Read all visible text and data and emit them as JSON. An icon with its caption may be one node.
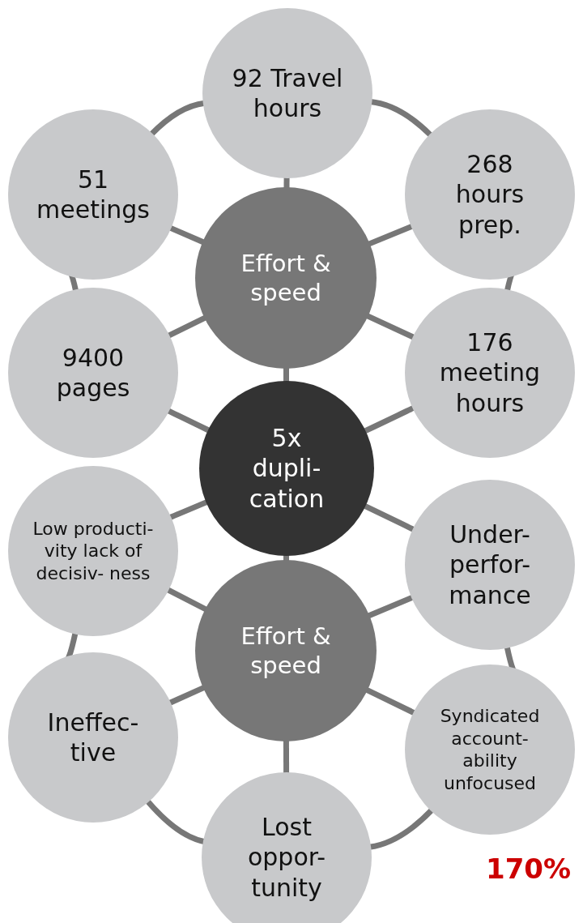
{
  "diagram": {
    "nodes": [
      {
        "text": [
          "92 Travel hours"
        ]
      },
      {
        "text": [
          "51 meetings"
        ]
      },
      {
        "text": [
          "268 hours prep."
        ]
      },
      {
        "text": [
          "Effort & speed"
        ]
      },
      {
        "text": [
          "9400 pages"
        ]
      },
      {
        "text": [
          "176 meeting hours"
        ]
      },
      {
        "text": [
          "5x dupli- cation"
        ]
      },
      {
        "text": [
          "Low producti- vity lack of decisiv- ness"
        ]
      },
      {
        "text": [
          "Under- perfor- mance"
        ]
      },
      {
        "text": [
          "Effort & speed"
        ]
      },
      {
        "text": [
          "Ineffec- tive"
        ]
      },
      {
        "text": [
          "Syndicated account- ability unfocused"
        ]
      },
      {
        "text": [
          "Lost oppor- tunity"
        ]
      }
    ],
    "edges": [
      {
        "from": 3,
        "to": 0,
        "arrow": "none"
      },
      {
        "from": 3,
        "to": 1,
        "arrow": "none"
      },
      {
        "from": 3,
        "to": 2,
        "arrow": "none"
      },
      {
        "from": 3,
        "to": 4,
        "arrow": "none"
      },
      {
        "from": 3,
        "to": 5,
        "arrow": "none"
      },
      {
        "from": 3,
        "to": 6,
        "arrow": "none"
      },
      {
        "from": 6,
        "to": 4,
        "arrow": "none"
      },
      {
        "from": 6,
        "to": 5,
        "arrow": "none"
      },
      {
        "from": 6,
        "to": 7,
        "arrow": "none"
      },
      {
        "from": 6,
        "to": 8,
        "arrow": "none"
      },
      {
        "from": 6,
        "to": 9,
        "arrow": "none"
      },
      {
        "from": 9,
        "to": 7,
        "arrow": "none"
      },
      {
        "from": 9,
        "to": 8,
        "arrow": "none"
      },
      {
        "from": 9,
        "to": 10,
        "arrow": "none"
      },
      {
        "from": 9,
        "to": 11,
        "arrow": "none"
      },
      {
        "from": 9,
        "to": 12,
        "arrow": "none"
      },
      {
        "from": 0,
        "to": 1,
        "arrow": "none"
      },
      {
        "from": 0,
        "to": 2,
        "arrow": "none"
      },
      {
        "from": 1,
        "to": 4,
        "arrow": "none"
      },
      {
        "from": 2,
        "to": 5,
        "arrow": "none"
      },
      {
        "from": 7,
        "to": 10,
        "arrow": "none"
      },
      {
        "from": 8,
        "to": 11,
        "arrow": "none"
      },
      {
        "from": 10,
        "to": 12,
        "arrow": "none"
      },
      {
        "from": 11,
        "to": 12,
        "arrow": "none"
      }
    ],
    "labels": [
      "170%"
    ]
  }
}
